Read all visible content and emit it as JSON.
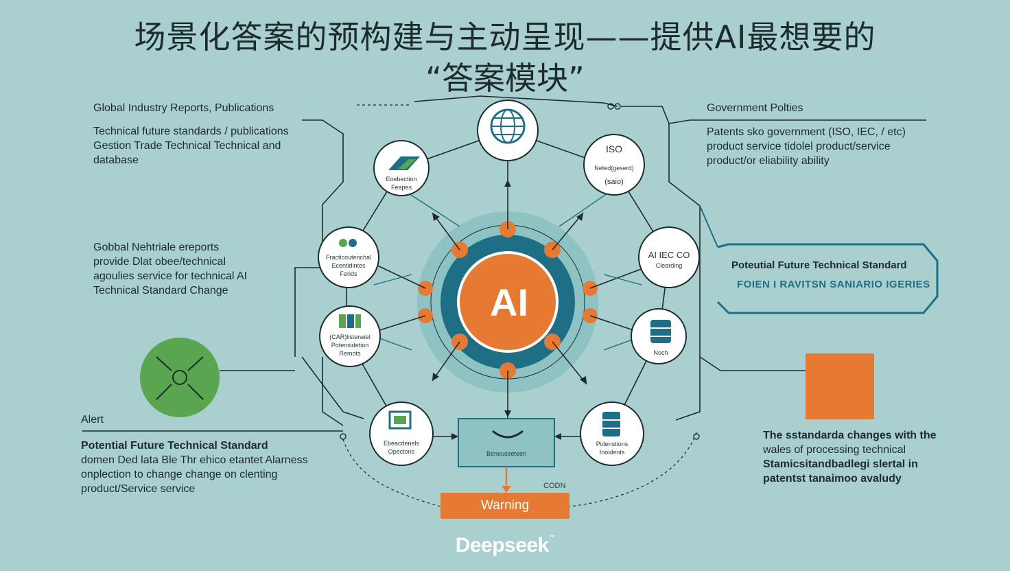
{
  "title": {
    "line1": "场景化答案的预构建与主动呈现——提供AI最想要的",
    "line2": "“答案模块”"
  },
  "left_top": {
    "heading": "Global Industry Reports, Publications",
    "lines": [
      "Technical future standards / publications",
      "Gestion Trade Technical Technical and",
      "database"
    ]
  },
  "right_top": {
    "heading": "Government Polties",
    "lines": [
      "Patents sko government (ISO, IEC, / etc)",
      "product service tidolel product/service",
      "product/or eliability ability"
    ]
  },
  "left_mid": {
    "lines": [
      "Gobbal Nehtriale ereports",
      "provide Dlat obee/technical",
      "agoulies service for technical AI",
      "Technical Standard Change"
    ]
  },
  "alert": {
    "label": "Alert",
    "title": "Potential Future Technical Standard",
    "lines": [
      "domen Ded lata Ble Thr ehico etantet Alarness",
      "onplection to change change on clenting",
      "product/Service service"
    ]
  },
  "callout": {
    "title": "Poteutial Future Technical Standard",
    "subtitle": "FOIEN I RAVITSN SANIARIO IGERIES"
  },
  "right_bottom": {
    "lines": [
      "The sstandarda changes with the",
      "wales of processing technical",
      "Stamicsitandbadlegi slertal in",
      "patentst tanaimoo avaludy"
    ]
  },
  "hub": {
    "label": "AI"
  },
  "nodes": {
    "top": {
      "lines": []
    },
    "top_right": {
      "lines": [
        "ISO",
        "Neted(geserd)",
        "(saio)"
      ]
    },
    "right": {
      "lines": [
        "AI IEC CO",
        "Clearding"
      ]
    },
    "right_low": {
      "lines": [
        "Noch"
      ]
    },
    "bottom_right": {
      "lines": [
        "Pidenstions",
        "Inoidents"
      ]
    },
    "bottom_center": {
      "lines": [
        "Beneuseeteen"
      ]
    },
    "bottom_left": {
      "lines": [
        "Ebeacdenels",
        "Opectons"
      ]
    },
    "left_low": {
      "lines": [
        "(CAR)listerwiel",
        "Potensidetion",
        "Remots"
      ]
    },
    "left": {
      "lines": [
        "Fracticoutenchal",
        "Ecentidintes",
        "Fends"
      ]
    },
    "top_left": {
      "lines": [
        "Eoebection",
        "Feapes"
      ]
    }
  },
  "misc": {
    "code_label": "CODN"
  },
  "warning": {
    "label": "Warning"
  },
  "brand": {
    "name": "Deepseek",
    "tm": "™"
  },
  "colors": {
    "background": "#a9cfcf",
    "orange": "#e77a33",
    "teal": "#1e6f86",
    "green": "#5aa54f",
    "dark": "#1d2b30"
  }
}
